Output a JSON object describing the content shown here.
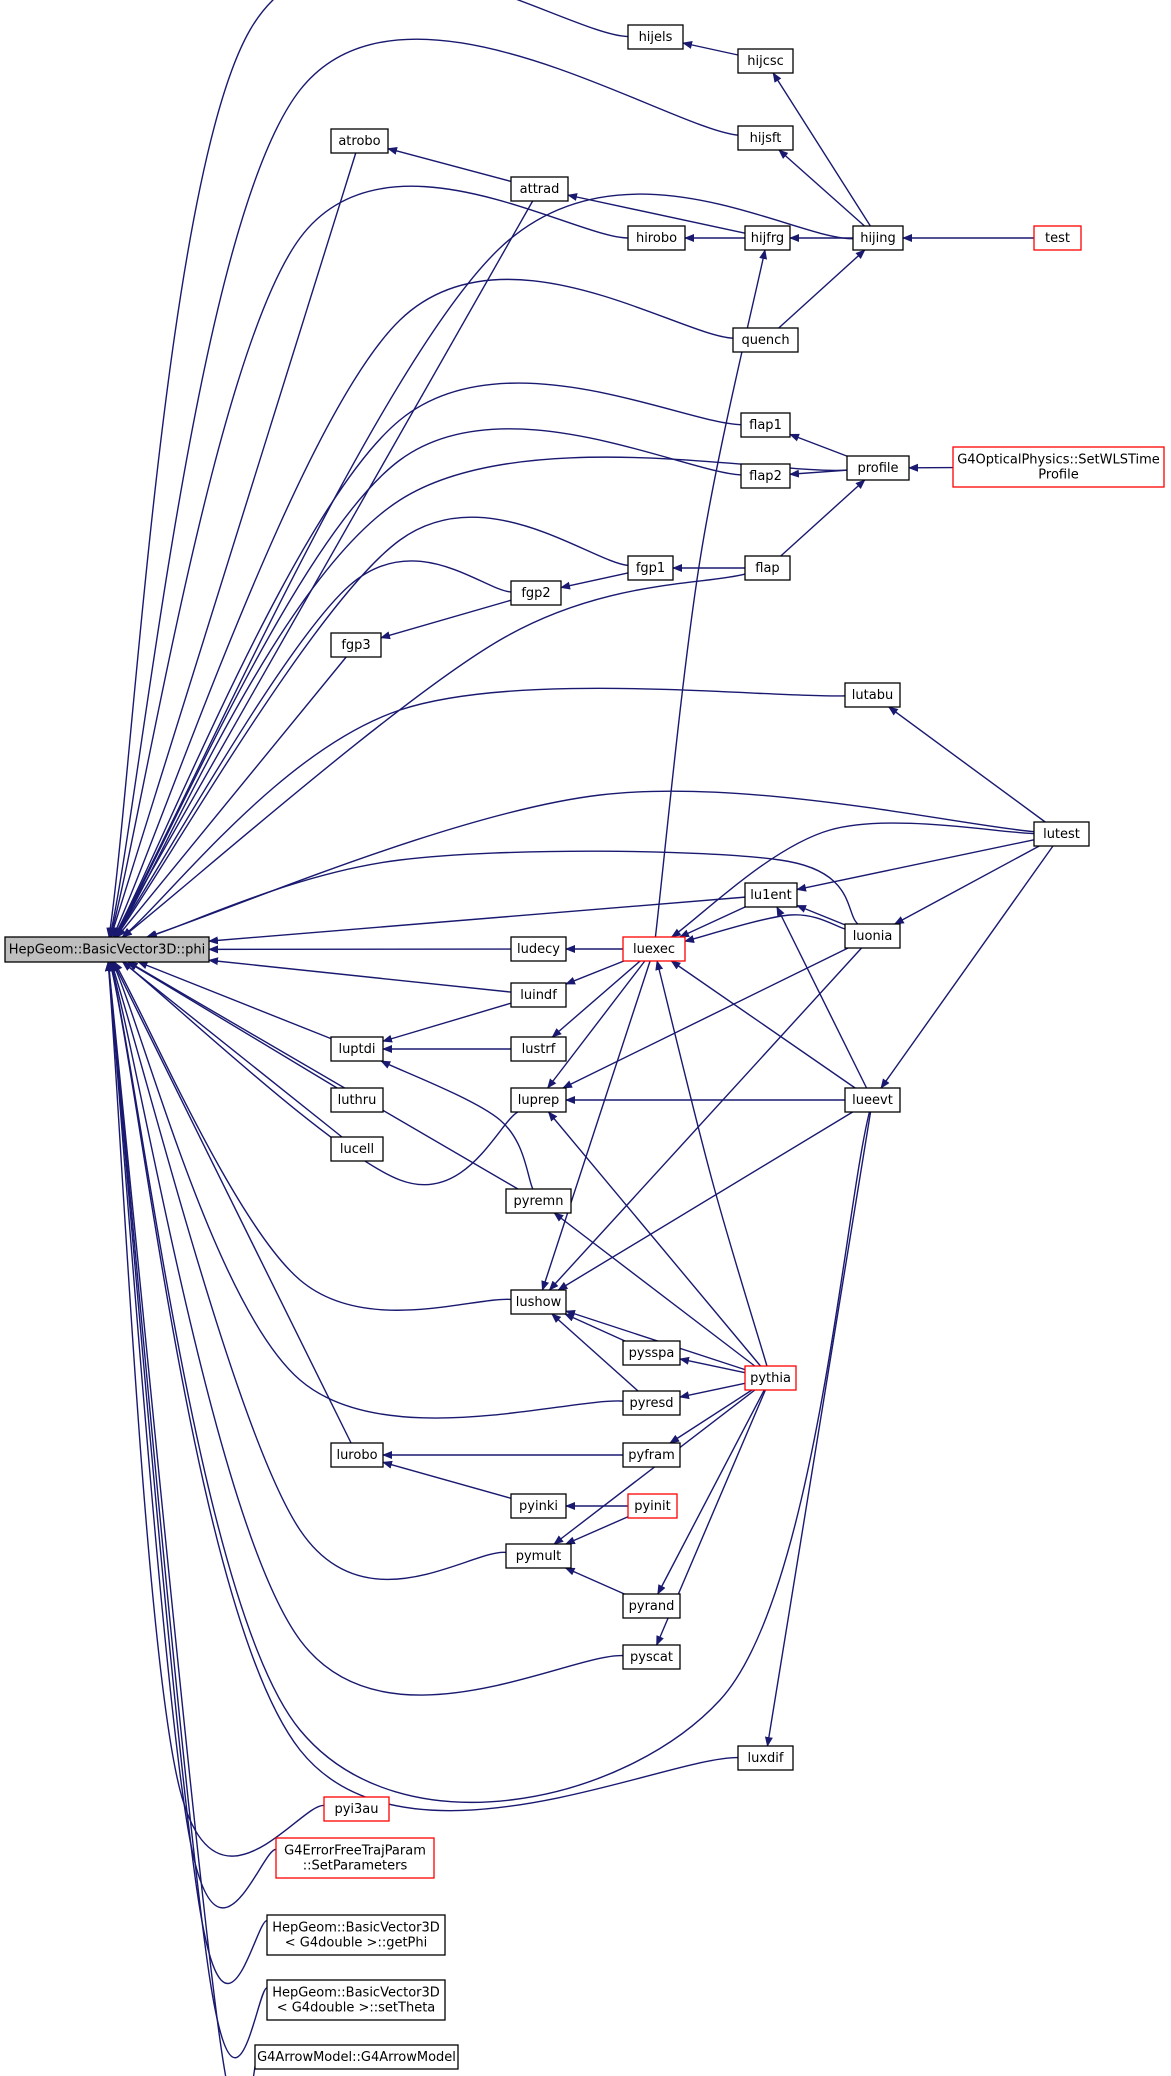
{
  "colors": {
    "edge": "#191970",
    "box_border": "#000000",
    "box_border_red": "#ff0000",
    "root_fill": "#bfbfbf",
    "box_fill": "#ffffff"
  },
  "nodes": [
    {
      "id": "root",
      "lines": [
        "HepGeom::BasicVector3D::phi"
      ],
      "style": "root"
    },
    {
      "id": "hijels",
      "lines": [
        "hijels"
      ],
      "style": "normal"
    },
    {
      "id": "hijcsc",
      "lines": [
        "hijcsc"
      ],
      "style": "normal"
    },
    {
      "id": "hijsft",
      "lines": [
        "hijsft"
      ],
      "style": "normal"
    },
    {
      "id": "atrobo",
      "lines": [
        "atrobo"
      ],
      "style": "normal"
    },
    {
      "id": "attrad",
      "lines": [
        "attrad"
      ],
      "style": "normal"
    },
    {
      "id": "hirobo",
      "lines": [
        "hirobo"
      ],
      "style": "normal"
    },
    {
      "id": "hijfrg",
      "lines": [
        "hijfrg"
      ],
      "style": "normal"
    },
    {
      "id": "hijing",
      "lines": [
        "hijing"
      ],
      "style": "normal"
    },
    {
      "id": "test",
      "lines": [
        "test"
      ],
      "style": "red"
    },
    {
      "id": "quench",
      "lines": [
        "quench"
      ],
      "style": "normal"
    },
    {
      "id": "flap1",
      "lines": [
        "flap1"
      ],
      "style": "normal"
    },
    {
      "id": "flap2",
      "lines": [
        "flap2"
      ],
      "style": "normal"
    },
    {
      "id": "profile",
      "lines": [
        "profile"
      ],
      "style": "normal"
    },
    {
      "id": "setwls",
      "lines": [
        "G4OpticalPhysics::SetWLSTime",
        "Profile"
      ],
      "style": "red"
    },
    {
      "id": "fgp1",
      "lines": [
        "fgp1"
      ],
      "style": "normal"
    },
    {
      "id": "flap",
      "lines": [
        "flap"
      ],
      "style": "normal"
    },
    {
      "id": "fgp2",
      "lines": [
        "fgp2"
      ],
      "style": "normal"
    },
    {
      "id": "fgp3",
      "lines": [
        "fgp3"
      ],
      "style": "normal"
    },
    {
      "id": "lutabu",
      "lines": [
        "lutabu"
      ],
      "style": "normal"
    },
    {
      "id": "lutest",
      "lines": [
        "lutest"
      ],
      "style": "normal"
    },
    {
      "id": "lu1ent",
      "lines": [
        "lu1ent"
      ],
      "style": "normal"
    },
    {
      "id": "luonia",
      "lines": [
        "luonia"
      ],
      "style": "normal"
    },
    {
      "id": "ludecy",
      "lines": [
        "ludecy"
      ],
      "style": "normal"
    },
    {
      "id": "luexec",
      "lines": [
        "luexec"
      ],
      "style": "red"
    },
    {
      "id": "luindf",
      "lines": [
        "luindf"
      ],
      "style": "normal"
    },
    {
      "id": "luptdi",
      "lines": [
        "luptdi"
      ],
      "style": "normal"
    },
    {
      "id": "lustrf",
      "lines": [
        "lustrf"
      ],
      "style": "normal"
    },
    {
      "id": "luthru",
      "lines": [
        "luthru"
      ],
      "style": "normal"
    },
    {
      "id": "luprep",
      "lines": [
        "luprep"
      ],
      "style": "normal"
    },
    {
      "id": "lueevt",
      "lines": [
        "lueevt"
      ],
      "style": "normal"
    },
    {
      "id": "lucell",
      "lines": [
        "lucell"
      ],
      "style": "normal"
    },
    {
      "id": "pyremn",
      "lines": [
        "pyremn"
      ],
      "style": "normal"
    },
    {
      "id": "lushow",
      "lines": [
        "lushow"
      ],
      "style": "normal"
    },
    {
      "id": "pysspa",
      "lines": [
        "pysspa"
      ],
      "style": "normal"
    },
    {
      "id": "pyresd",
      "lines": [
        "pyresd"
      ],
      "style": "normal"
    },
    {
      "id": "pythia",
      "lines": [
        "pythia"
      ],
      "style": "red"
    },
    {
      "id": "lurobo",
      "lines": [
        "lurobo"
      ],
      "style": "normal"
    },
    {
      "id": "pyfram",
      "lines": [
        "pyfram"
      ],
      "style": "normal"
    },
    {
      "id": "pyinki",
      "lines": [
        "pyinki"
      ],
      "style": "normal"
    },
    {
      "id": "pyinit",
      "lines": [
        "pyinit"
      ],
      "style": "red"
    },
    {
      "id": "pymult",
      "lines": [
        "pymult"
      ],
      "style": "normal"
    },
    {
      "id": "pyrand",
      "lines": [
        "pyrand"
      ],
      "style": "normal"
    },
    {
      "id": "pyscat",
      "lines": [
        "pyscat"
      ],
      "style": "normal"
    },
    {
      "id": "luxdif",
      "lines": [
        "luxdif"
      ],
      "style": "normal"
    },
    {
      "id": "pyi3au",
      "lines": [
        "pyi3au"
      ],
      "style": "red"
    },
    {
      "id": "g4errfree",
      "lines": [
        "G4ErrorFreeTrajParam",
        "::SetParameters"
      ],
      "style": "red"
    },
    {
      "id": "getphi",
      "lines": [
        "HepGeom::BasicVector3D",
        "< G4double >::getPhi"
      ],
      "style": "normal"
    },
    {
      "id": "settheta",
      "lines": [
        "HepGeom::BasicVector3D",
        "< G4double >::setTheta"
      ],
      "style": "normal"
    },
    {
      "id": "g4arrow",
      "lines": [
        "G4ArrowModel::G4ArrowModel"
      ],
      "style": "normal"
    }
  ],
  "edges": [
    {
      "from": "hijels",
      "to": "root"
    },
    {
      "from": "hijsft",
      "to": "root"
    },
    {
      "from": "atrobo",
      "to": "root"
    },
    {
      "from": "attrad",
      "to": "root"
    },
    {
      "from": "hirobo",
      "to": "root"
    },
    {
      "from": "hijing",
      "to": "root"
    },
    {
      "from": "quench",
      "to": "root"
    },
    {
      "from": "flap1",
      "to": "root"
    },
    {
      "from": "flap2",
      "to": "root"
    },
    {
      "from": "profile",
      "to": "root"
    },
    {
      "from": "fgp1",
      "to": "root"
    },
    {
      "from": "fgp2",
      "to": "root"
    },
    {
      "from": "flap",
      "to": "root"
    },
    {
      "from": "fgp3",
      "to": "root"
    },
    {
      "from": "lutabu",
      "to": "root"
    },
    {
      "from": "lutest",
      "to": "root"
    },
    {
      "from": "luonia",
      "to": "root"
    },
    {
      "from": "lu1ent",
      "to": "root"
    },
    {
      "from": "ludecy",
      "to": "root"
    },
    {
      "from": "luindf",
      "to": "root"
    },
    {
      "from": "luptdi",
      "to": "root"
    },
    {
      "from": "luthru",
      "to": "root"
    },
    {
      "from": "lucell",
      "to": "root"
    },
    {
      "from": "luprep",
      "to": "root"
    },
    {
      "from": "pyremn",
      "to": "root"
    },
    {
      "from": "lushow",
      "to": "root"
    },
    {
      "from": "pyresd",
      "to": "root"
    },
    {
      "from": "lurobo",
      "to": "root"
    },
    {
      "from": "pymult",
      "to": "root"
    },
    {
      "from": "pyscat",
      "to": "root"
    },
    {
      "from": "lueevt",
      "to": "root"
    },
    {
      "from": "luxdif",
      "to": "root"
    },
    {
      "from": "pyi3au",
      "to": "root"
    },
    {
      "from": "g4errfree",
      "to": "root"
    },
    {
      "from": "getphi",
      "to": "root"
    },
    {
      "from": "settheta",
      "to": "root"
    },
    {
      "from": "g4arrow",
      "to": "root"
    },
    {
      "from": "hijcsc",
      "to": "hijels"
    },
    {
      "from": "hijing",
      "to": "hijcsc"
    },
    {
      "from": "hijing",
      "to": "hijsft"
    },
    {
      "from": "attrad",
      "to": "atrobo"
    },
    {
      "from": "hijfrg",
      "to": "attrad"
    },
    {
      "from": "hijfrg",
      "to": "hirobo"
    },
    {
      "from": "hijing",
      "to": "hijfrg"
    },
    {
      "from": "test",
      "to": "hijing"
    },
    {
      "from": "quench",
      "to": "hijing"
    },
    {
      "from": "profile",
      "to": "flap1"
    },
    {
      "from": "profile",
      "to": "flap2"
    },
    {
      "from": "setwls",
      "to": "profile"
    },
    {
      "from": "flap",
      "to": "profile"
    },
    {
      "from": "flap",
      "to": "fgp1"
    },
    {
      "from": "fgp1",
      "to": "fgp2"
    },
    {
      "from": "fgp2",
      "to": "fgp3"
    },
    {
      "from": "lutest",
      "to": "lutabu"
    },
    {
      "from": "luexec",
      "to": "hijfrg"
    },
    {
      "from": "luexec",
      "to": "ludecy"
    },
    {
      "from": "luexec",
      "to": "luindf"
    },
    {
      "from": "luexec",
      "to": "lustrf"
    },
    {
      "from": "luexec",
      "to": "luprep"
    },
    {
      "from": "luexec",
      "to": "lushow"
    },
    {
      "from": "lu1ent",
      "to": "luexec"
    },
    {
      "from": "luonia",
      "to": "luexec"
    },
    {
      "from": "lueevt",
      "to": "luexec"
    },
    {
      "from": "lutest",
      "to": "luexec"
    },
    {
      "from": "pythia",
      "to": "luexec"
    },
    {
      "from": "lutest",
      "to": "lu1ent"
    },
    {
      "from": "luonia",
      "to": "lu1ent"
    },
    {
      "from": "lueevt",
      "to": "lu1ent"
    },
    {
      "from": "lutest",
      "to": "luonia"
    },
    {
      "from": "lutest",
      "to": "lueevt"
    },
    {
      "from": "luindf",
      "to": "luptdi"
    },
    {
      "from": "lustrf",
      "to": "luptdi"
    },
    {
      "from": "pyremn",
      "to": "luptdi"
    },
    {
      "from": "luonia",
      "to": "luprep"
    },
    {
      "from": "lueevt",
      "to": "luprep"
    },
    {
      "from": "pythia",
      "to": "luprep"
    },
    {
      "from": "luonia",
      "to": "lushow"
    },
    {
      "from": "lueevt",
      "to": "lushow"
    },
    {
      "from": "pysspa",
      "to": "lushow"
    },
    {
      "from": "pyresd",
      "to": "lushow"
    },
    {
      "from": "pythia",
      "to": "lushow"
    },
    {
      "from": "pythia",
      "to": "pyremn"
    },
    {
      "from": "pythia",
      "to": "pysspa"
    },
    {
      "from": "pythia",
      "to": "pyresd"
    },
    {
      "from": "pythia",
      "to": "pyfram"
    },
    {
      "from": "pythia",
      "to": "pymult"
    },
    {
      "from": "pythia",
      "to": "pyrand"
    },
    {
      "from": "pythia",
      "to": "pyscat"
    },
    {
      "from": "pyfram",
      "to": "lurobo"
    },
    {
      "from": "pyinki",
      "to": "lurobo"
    },
    {
      "from": "pyinit",
      "to": "pyinki"
    },
    {
      "from": "pyinit",
      "to": "pymult"
    },
    {
      "from": "pyrand",
      "to": "pymult"
    },
    {
      "from": "lueevt",
      "to": "luxdif"
    }
  ]
}
